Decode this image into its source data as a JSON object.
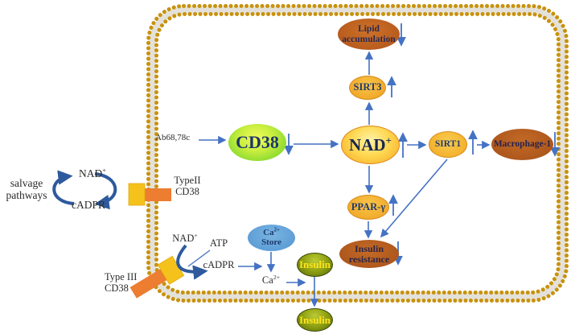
{
  "colors": {
    "arrow_blue": "#4472c4",
    "cycle_arrow_blue": "#2e5a9d",
    "membrane_gold": "#c8920e",
    "membrane_gray": "#e4e1da",
    "protein_yellow": "#f5c21c",
    "protein_orange": "#ed7d31"
  },
  "outside": {
    "salvage_line1": "salvage",
    "salvage_line2": "pathways",
    "nad": {
      "base": "NAD",
      "sup": "+"
    },
    "cadpr": "cADPR",
    "type2": {
      "line1": "TypeII",
      "line2": "CD38"
    },
    "type3": {
      "line1": "Type III",
      "line2": "CD38"
    }
  },
  "inside": {
    "antibody": "Ab68,78c",
    "nad_bottom": {
      "base": "NAD",
      "sup": "+"
    },
    "atp": "ATP",
    "cadpr_bottom": "cADPR",
    "ca_ion": {
      "base": "Ca",
      "sup": "2+"
    }
  },
  "nodes": {
    "cd38": "CD38",
    "nad": {
      "base": "NAD",
      "sup": "+"
    },
    "sirt3": "SIRT3",
    "sirt1": "SIRT1",
    "lipid": {
      "line1": "Lipid",
      "line2": "accumulation"
    },
    "macrophage": "Macrophage-1",
    "ppar": "PPAR-γ",
    "insulin_resistance": {
      "line1": "Insulin",
      "line2": "resistance"
    },
    "ca_store": {
      "line1_base": "Ca",
      "line1_sup": "2+",
      "line2": "Store"
    },
    "insulin_inner": "Insulin",
    "insulin_outer": "Insulin"
  }
}
